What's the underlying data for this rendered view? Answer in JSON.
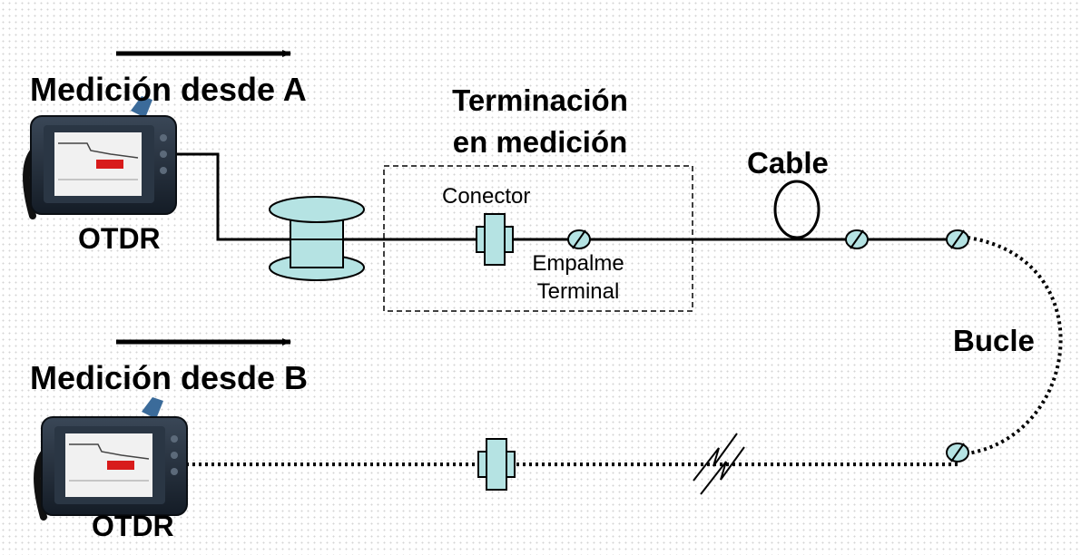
{
  "labels": {
    "measurement_a": "Medición desde A",
    "measurement_b": "Medición desde B",
    "otdr_a": "OTDR",
    "otdr_b": "OTDR",
    "termination_line1": "Terminación",
    "termination_line2": "en medición",
    "connector": "Conector",
    "splice_line1": "Empalme",
    "splice_line2": "Terminal",
    "cable": "Cable",
    "loop": "Bucle"
  },
  "colors": {
    "component_fill": "#b5e3e3",
    "line": "#000000",
    "device_body": "#1e2a38",
    "device_handle": "#3b6b9a",
    "device_screen": "#f1f1f1",
    "screen_marker": "#d81b1b"
  }
}
